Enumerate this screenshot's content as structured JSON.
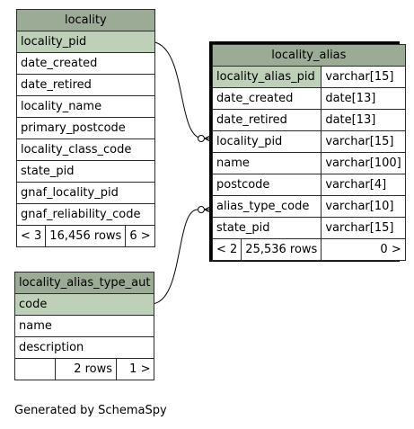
{
  "footer": "Generated by SchemaSpy",
  "tables": {
    "locality": {
      "name": "locality",
      "columns": [
        "locality_pid",
        "date_created",
        "date_retired",
        "locality_name",
        "primary_postcode",
        "locality_class_code",
        "state_pid",
        "gnaf_locality_pid",
        "gnaf_reliability_code"
      ],
      "footer": {
        "parents": "< 3",
        "rows": "16,456 rows",
        "children": "6 >"
      }
    },
    "locality_alias": {
      "name": "locality_alias",
      "columns": [
        {
          "name": "locality_alias_pid",
          "type": "varchar[15]"
        },
        {
          "name": "date_created",
          "type": "date[13]"
        },
        {
          "name": "date_retired",
          "type": "date[13]"
        },
        {
          "name": "locality_pid",
          "type": "varchar[15]"
        },
        {
          "name": "name",
          "type": "varchar[100]"
        },
        {
          "name": "postcode",
          "type": "varchar[4]"
        },
        {
          "name": "alias_type_code",
          "type": "varchar[10]"
        },
        {
          "name": "state_pid",
          "type": "varchar[15]"
        }
      ],
      "footer": {
        "parents": "< 2",
        "rows": "25,536 rows",
        "children": "0 >"
      }
    },
    "locality_alias_type_aut": {
      "name": "locality_alias_type_aut",
      "columns": [
        "code",
        "name",
        "description"
      ],
      "footer": {
        "parents": "",
        "rows": "2 rows",
        "children": "1 >"
      }
    }
  },
  "colors": {
    "header": "#9bab96",
    "key": "#bed1b8",
    "border": "#2b2b2b"
  }
}
